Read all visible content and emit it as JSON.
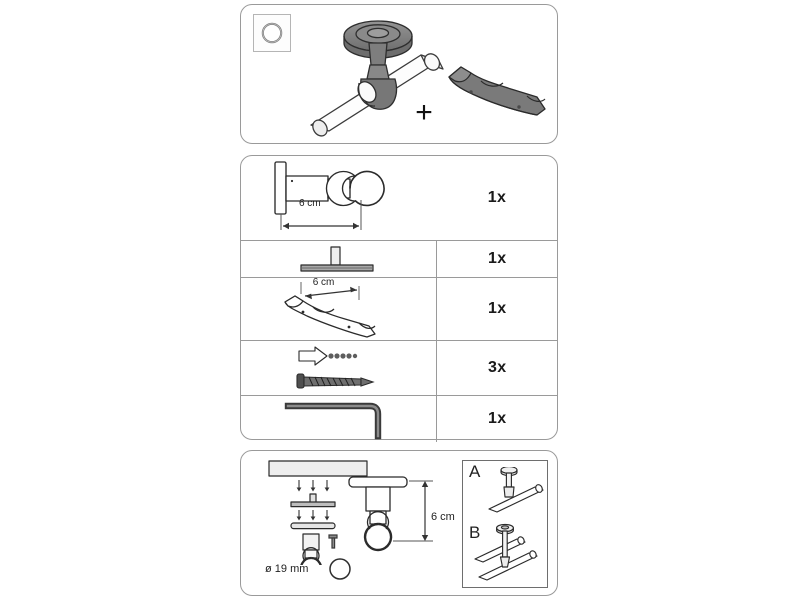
{
  "sheet": {
    "background_color": "#ffffff",
    "panel_border_color": "#9a9a9a",
    "ink_color": "#1a1a1a",
    "metal_fill": "#808080"
  },
  "hero_panel": {
    "name": "product-overview",
    "profile_badge": {
      "icon": "round-profile-icon",
      "shape": "circle",
      "meaning": "round rod profile"
    },
    "parts_shown": [
      {
        "label": "ceiling-mount-bracket-with-rod",
        "icon": "ceiling-bracket-rod-icon"
      },
      {
        "label": "double-saddle-bracket",
        "icon": "double-saddle-bracket-icon"
      }
    ],
    "combiner_symbol": "+"
  },
  "parts_table": {
    "name": "parts-list",
    "columns": [
      "figure",
      "quantity"
    ],
    "rows": [
      {
        "part": "ceiling-bracket-side-view",
        "icon": "ceiling-bracket-icon",
        "dimension": "6 cm",
        "dimension_orientation": "horizontal",
        "quantity": "1x"
      },
      {
        "part": "mounting-plate",
        "icon": "t-plate-icon",
        "dimension": "",
        "dimension_orientation": "",
        "quantity": "1x"
      },
      {
        "part": "double-saddle-bracket",
        "icon": "double-saddle-bracket-icon",
        "dimension": "6 cm",
        "dimension_orientation": "diagonal",
        "quantity": "1x"
      },
      {
        "part": "wall-plug-and-screw",
        "icon": "plug-screw-icon",
        "dimension": "",
        "dimension_orientation": "",
        "quantity": "3x"
      },
      {
        "part": "allen-key",
        "icon": "allen-key-icon",
        "dimension": "",
        "dimension_orientation": "",
        "quantity": "1x"
      }
    ]
  },
  "mounting_panel": {
    "name": "mounting-instructions",
    "exploded_view": {
      "icon": "exploded-assembly-icon",
      "steps": [
        "ceiling-plate",
        "mounting-plate",
        "cover-plate",
        "bracket-post",
        "ring-clamp",
        "set-screw"
      ]
    },
    "assembled_view": {
      "icon": "assembled-bracket-icon",
      "dimension": "6 cm",
      "dimension_orientation": "vertical"
    },
    "diameter_note": {
      "label": "ø 19 mm",
      "icon": "rod-diameter-circle-icon"
    },
    "variants": [
      {
        "id": "A",
        "icon": "single-rod-mount-icon",
        "description": "single rod configuration"
      },
      {
        "id": "B",
        "icon": "double-rod-mount-icon",
        "description": "double rod configuration"
      }
    ]
  }
}
